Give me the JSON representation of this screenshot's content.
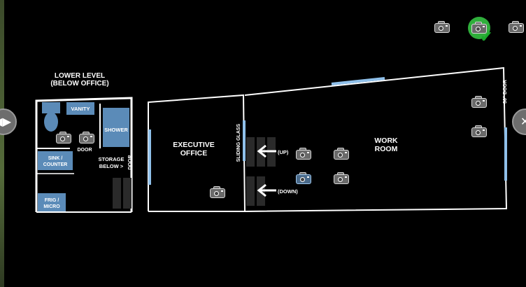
{
  "nav": {
    "prev_label": "◀▶",
    "next_label": "✕"
  },
  "floorplan": {
    "lower_level_title_1": "LOWER LEVEL",
    "lower_level_title_2": "(BELOW OFFICE)",
    "rooms": {
      "vanity": "VANITY",
      "shower": "SHOWER",
      "sink_1": "SINK /",
      "sink_2": "COUNTER",
      "frig_1": "FRIG /",
      "frig_2": "MICRO",
      "door": "DOOR",
      "storage_1": "STORAGE",
      "storage_2": "BELOW >",
      "door_vertical": "DOOR",
      "executive_1": "EXECUTIVE",
      "executive_2": "OFFICE",
      "sliding_glass": "SLIDING GLASS",
      "up": "(UP)",
      "down": "(DOWN)",
      "work_1": "WORK",
      "work_2": "ROOM",
      "door_36": "36\" DOOR"
    }
  },
  "colors": {
    "room_fill": "#5b8bb8",
    "wall": "#ffffff",
    "window": "#8fc0ea",
    "active": "#2fae3b"
  },
  "camera_icon": "camera-icon",
  "active_camera_icon": "camera-check-icon"
}
